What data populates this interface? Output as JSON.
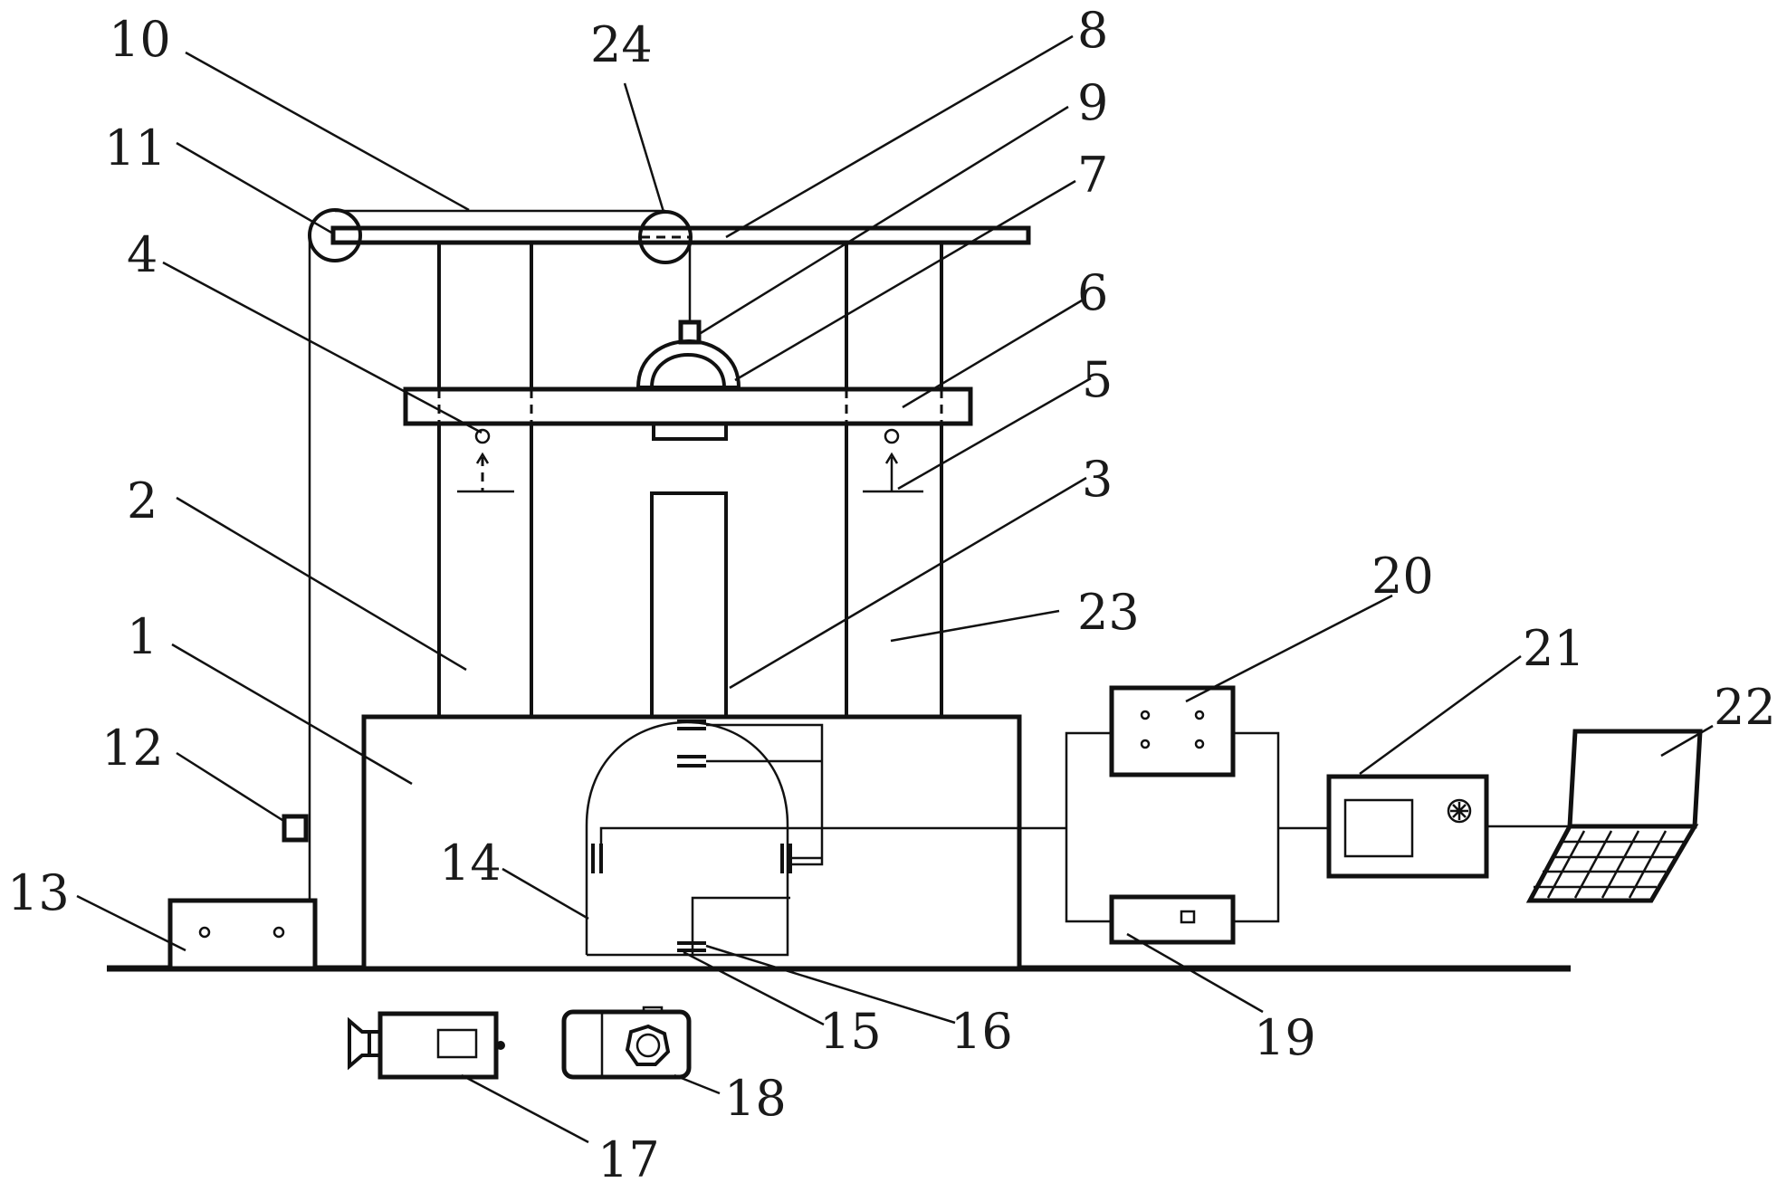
{
  "labels": {
    "l1": "1",
    "l2": "2",
    "l3": "3",
    "l4": "4",
    "l5": "5",
    "l6": "6",
    "l7": "7",
    "l8": "8",
    "l9": "9",
    "l10": "10",
    "l11": "11",
    "l12": "12",
    "l13": "13",
    "l14": "14",
    "l15": "15",
    "l16": "16",
    "l17": "17",
    "l18": "18",
    "l19": "19",
    "l20": "20",
    "l21": "21",
    "l22": "22",
    "l23": "23",
    "l24": "24"
  },
  "colors": {
    "line": "#111111",
    "background": "#ffffff"
  }
}
